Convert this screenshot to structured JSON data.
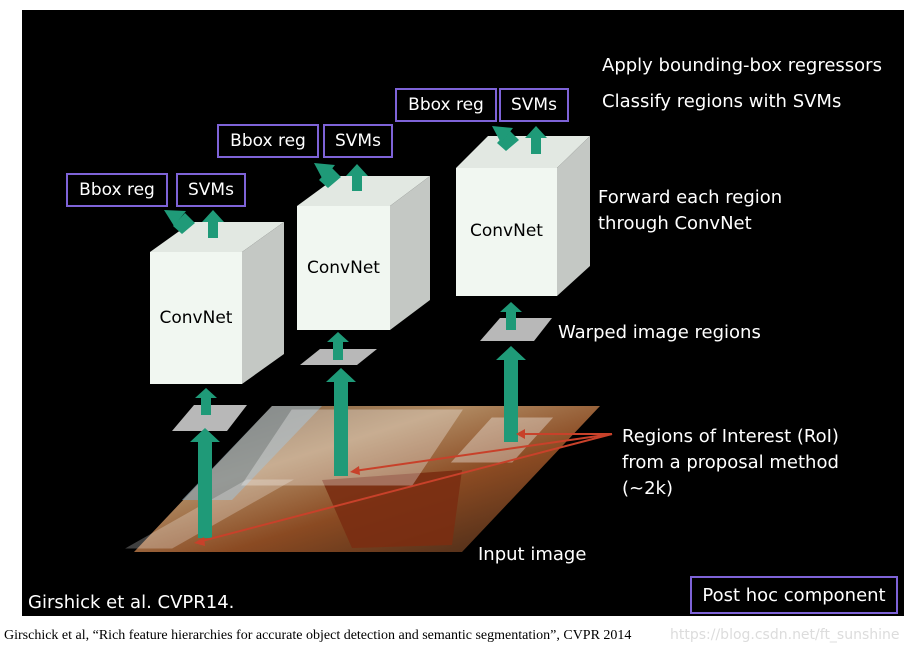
{
  "slide": {
    "bg": "#000000",
    "accent_box_color": "#7e63d8",
    "arrow_color": "#1f9a78",
    "roi_arrow_color": "#c8412a",
    "annotations": {
      "apply_bbox": "Apply bounding-box regressors",
      "classify": "Classify regions with SVMs",
      "forward_line1": "Forward each region",
      "forward_line2": "through ConvNet",
      "warped": "Warped image regions",
      "roi_line1": "Regions of Interest (RoI)",
      "roi_line2": "from a proposal method",
      "roi_line3": "(~2k)",
      "input_image": "Input image"
    },
    "columns": [
      {
        "convnet": "ConvNet",
        "bbox": "Bbox reg",
        "svm": "SVMs"
      },
      {
        "convnet": "ConvNet",
        "bbox": "Bbox reg",
        "svm": "SVMs"
      },
      {
        "convnet": "ConvNet",
        "bbox": "Bbox reg",
        "svm": "SVMs"
      }
    ],
    "citation": "Girshick et al. CVPR14.",
    "post_hoc": "Post hoc component"
  },
  "caption": "Girschick et al, “Rich feature hierarchies for accurate object detection and semantic segmentation”, CVPR 2014",
  "watermark": "https://blog.csdn.net/ft_sunshine"
}
